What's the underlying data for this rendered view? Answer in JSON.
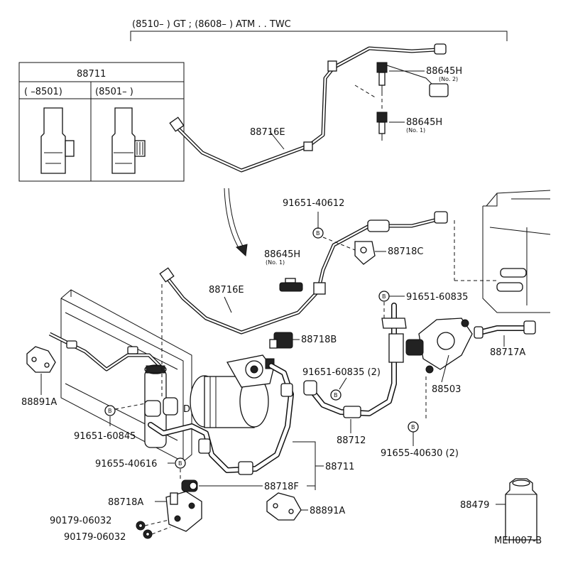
{
  "header_note": "(8510–      ) GT ; (8608–      ) ATM . . TWC",
  "inset": {
    "title": "88711",
    "col1": "(      –8501)",
    "col2": "(8501–      )"
  },
  "labels": {
    "p88645H_top": "88645H",
    "p88645H_top_sub": "(No. 2)",
    "p88645H_mid": "88645H",
    "p88645H_mid_sub": "(No. 1)",
    "p88716E_top": "88716E",
    "p91651_40612": "91651-40612",
    "p88645H_low": "88645H",
    "p88645H_low_sub": "(No. 1)",
    "p88718C": "88718C",
    "p88716E_low": "88716E",
    "p91651_60835_top": "91651-60835",
    "p88718B": "88718B",
    "p88717A": "88717A",
    "p88891A_left": "88891A",
    "p91651_60835_mid": "91651-60835 (2)",
    "p88503": "88503",
    "p91651_60845": "91651-60845",
    "p88712": "88712",
    "p91655_40630": "91655-40630 (2)",
    "p91655_40616": "91655-40616",
    "p88711": "88711",
    "p88718F": "88718F",
    "p88718A": "88718A",
    "p88891A_low": "88891A",
    "p90179_a": "90179-06032",
    "p90179_b": "90179-06032",
    "p88479": "88479",
    "b": "B",
    "d": "D",
    "figure_code": "MEH007-B"
  }
}
